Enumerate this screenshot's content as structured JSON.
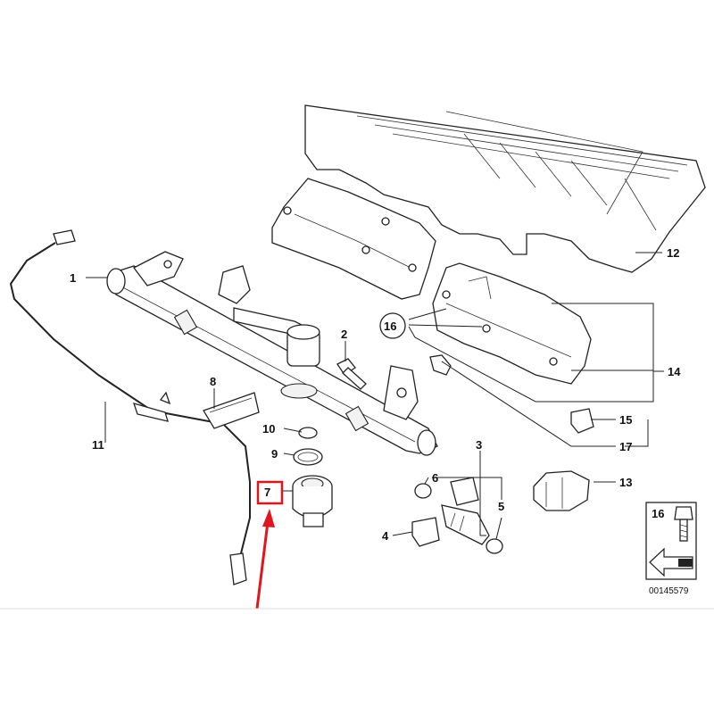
{
  "diagram": {
    "callouts": [
      {
        "id": "c1",
        "text": "1"
      },
      {
        "id": "c2",
        "text": "2"
      },
      {
        "id": "c3",
        "text": "3"
      },
      {
        "id": "c4",
        "text": "4"
      },
      {
        "id": "c5",
        "text": "5"
      },
      {
        "id": "c6",
        "text": "6"
      },
      {
        "id": "c7",
        "text": "7"
      },
      {
        "id": "c8",
        "text": "8"
      },
      {
        "id": "c9",
        "text": "9"
      },
      {
        "id": "c10",
        "text": "10"
      },
      {
        "id": "c11",
        "text": "11"
      },
      {
        "id": "c12",
        "text": "12"
      },
      {
        "id": "c13",
        "text": "13"
      },
      {
        "id": "c14",
        "text": "14"
      },
      {
        "id": "c15",
        "text": "15"
      },
      {
        "id": "c16",
        "text": "16"
      },
      {
        "id": "c17",
        "text": "17"
      }
    ],
    "legend_box_label": "16",
    "catalog_number": "00145579",
    "highlight_color": "#e0161e"
  }
}
